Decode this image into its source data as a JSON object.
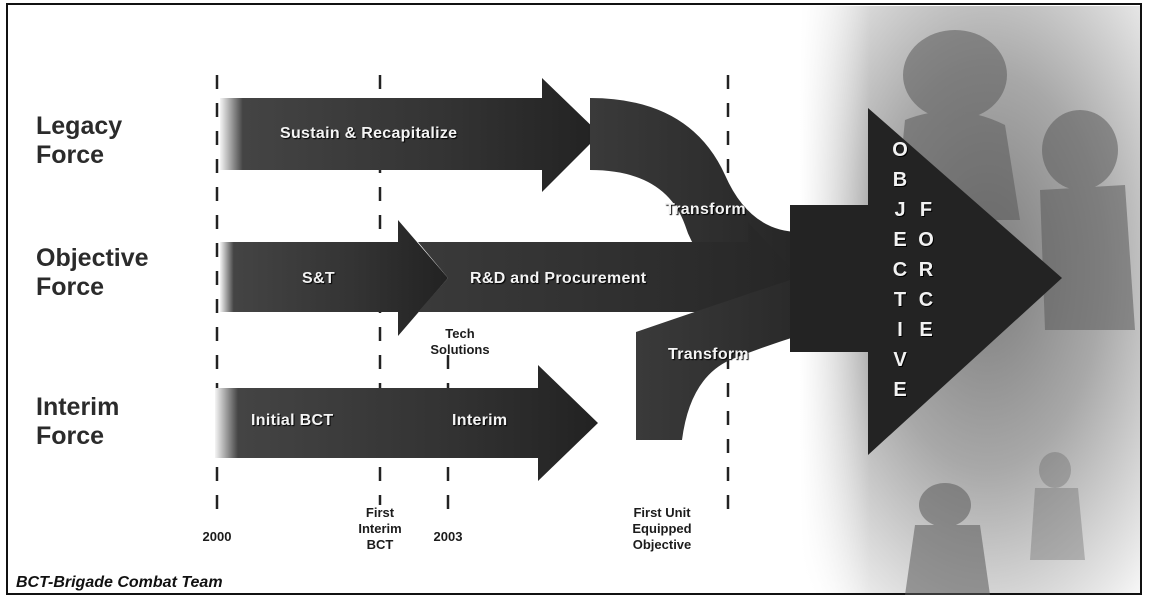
{
  "forces": [
    {
      "id": "legacy",
      "label": "Legacy\nForce"
    },
    {
      "id": "objective",
      "label": "Objective\nForce"
    },
    {
      "id": "interim",
      "label": "Interim\nForce"
    }
  ],
  "arrows": {
    "sustain": "Sustain & Recapitalize",
    "transform_upper": "Transform",
    "st": "S&T",
    "rd": "R&D and Procurement",
    "initial_bct": "Initial BCT",
    "interim": "Interim",
    "transform_lower": "Transform"
  },
  "tech_solutions": "Tech\nSolutions",
  "milestones": {
    "y2000": "2000",
    "first_interim_bct": "First\nInterim\nBCT",
    "y2003": "2003",
    "first_unit": "First Unit\nEquipped\nObjective"
  },
  "objective_force": {
    "word1": [
      "O",
      "B",
      "J",
      "E",
      "C",
      "T",
      "I",
      "V",
      "E"
    ],
    "word2": [
      "F",
      "O",
      "R",
      "C",
      "E"
    ]
  },
  "footnote": "BCT-Brigade Combat Team",
  "colors": {
    "arrow_dark": "#2a2a2a",
    "arrow_mid": "#5a5a5a",
    "label_text": "#2b2b2b"
  }
}
